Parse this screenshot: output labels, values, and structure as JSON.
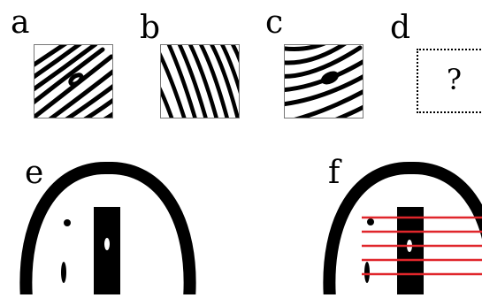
{
  "panels": {
    "a": {
      "label": "a"
    },
    "b": {
      "label": "b"
    },
    "c": {
      "label": "c"
    },
    "d": {
      "label": "d",
      "placeholder": "?"
    },
    "e": {
      "label": "e"
    },
    "f": {
      "label": "f"
    }
  },
  "colors": {
    "ink": "#000000",
    "background": "#ffffff",
    "scan_lines": "#e0262b"
  }
}
